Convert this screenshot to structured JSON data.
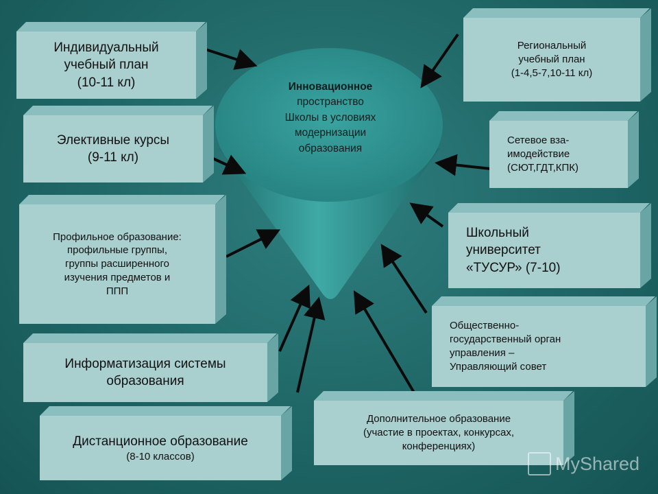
{
  "center": {
    "title": "Инновационное",
    "lines": [
      "пространство",
      "Школы в условиях",
      "модернизации",
      "образования"
    ]
  },
  "boxes": {
    "individual": [
      "Индивидуальный",
      "учебный план",
      "(10-11 кл)"
    ],
    "elective": [
      "Элективные курсы",
      "(9-11 кл)"
    ],
    "profile": [
      "Профильное образование:",
      "профильные группы,",
      "группы расширенного",
      "изучения предметов и",
      "ППП"
    ],
    "informatization": [
      "Информатизация системы",
      "образования"
    ],
    "distance": [
      "Дистанционное образование",
      "(8-10 классов)"
    ],
    "additional": [
      "Дополнительное образование",
      "(участие в проектах, конкурсах,",
      "конференциях)"
    ],
    "regional": [
      "Региональный",
      "учебный план",
      "(1-4,5-7,10-11 кл)"
    ],
    "network": [
      "Сетевое вза-",
      "имодействие",
      "(СЮТ,ГДТ,КПК)"
    ],
    "university": [
      "Школьный",
      "университет",
      "«ТУСУР» (7-10)"
    ],
    "council": [
      "Общественно-",
      "государственный орган",
      "управления –",
      "Управляющий совет"
    ]
  },
  "watermark": "MyShared",
  "colors": {
    "background": "#1f6666",
    "box_face": "#a9cfcf",
    "cone": "#2e8c8a",
    "arrow": "#0a0a0a"
  }
}
